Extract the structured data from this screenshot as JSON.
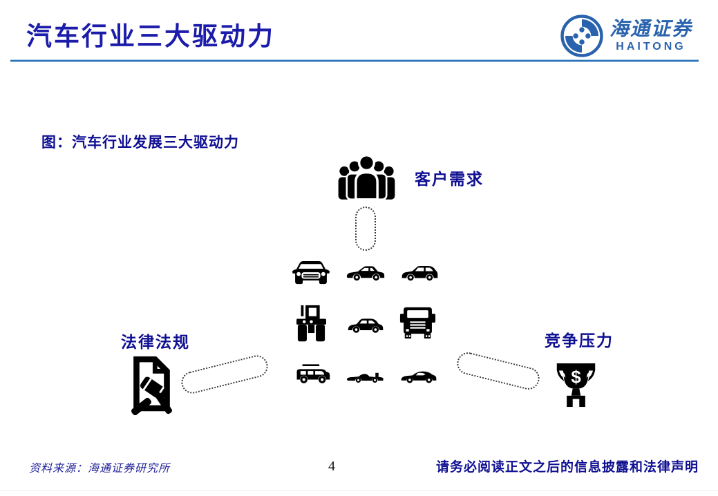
{
  "slide": {
    "title": "汽车行业三大驱动力",
    "page_number": "4"
  },
  "logo": {
    "name_cn": "海通证券",
    "name_en": "HAITONG",
    "emblem_icon": "haitong-swirl-emblem",
    "brand_color": "#2a63ad"
  },
  "figure": {
    "caption": "图：汽车行业发展三大驱动力",
    "nodes": {
      "top": {
        "label": "客户需求",
        "icon": "people-group-icon"
      },
      "left": {
        "label": "法律法规",
        "icon": "law-gavel-document-icon"
      },
      "right": {
        "label": "竞争压力",
        "icon": "trophy-dollar-icon",
        "symbol": "$"
      }
    },
    "center_icons": [
      "car-front-icon",
      "sedan-side-icon",
      "hatchback-side-icon",
      "tractor-icon",
      "compact-car-side-icon",
      "truck-front-icon",
      "suv-side-icon",
      "race-car-side-icon",
      "sports-car-side-icon"
    ],
    "connectors": [
      "dotted-capsule-top",
      "dotted-capsule-left",
      "dotted-capsule-right"
    ]
  },
  "footer": {
    "source": "资料来源：海通证券研究所",
    "disclaimer": "请务必阅读正文之后的信息披露和法律声明"
  },
  "colors": {
    "title_navy": "#1c1caa",
    "label_navy": "#0f0f92",
    "rule_blue": "#2b72b6",
    "logo_blue": "#2a63ad",
    "icon_black": "#000000"
  }
}
